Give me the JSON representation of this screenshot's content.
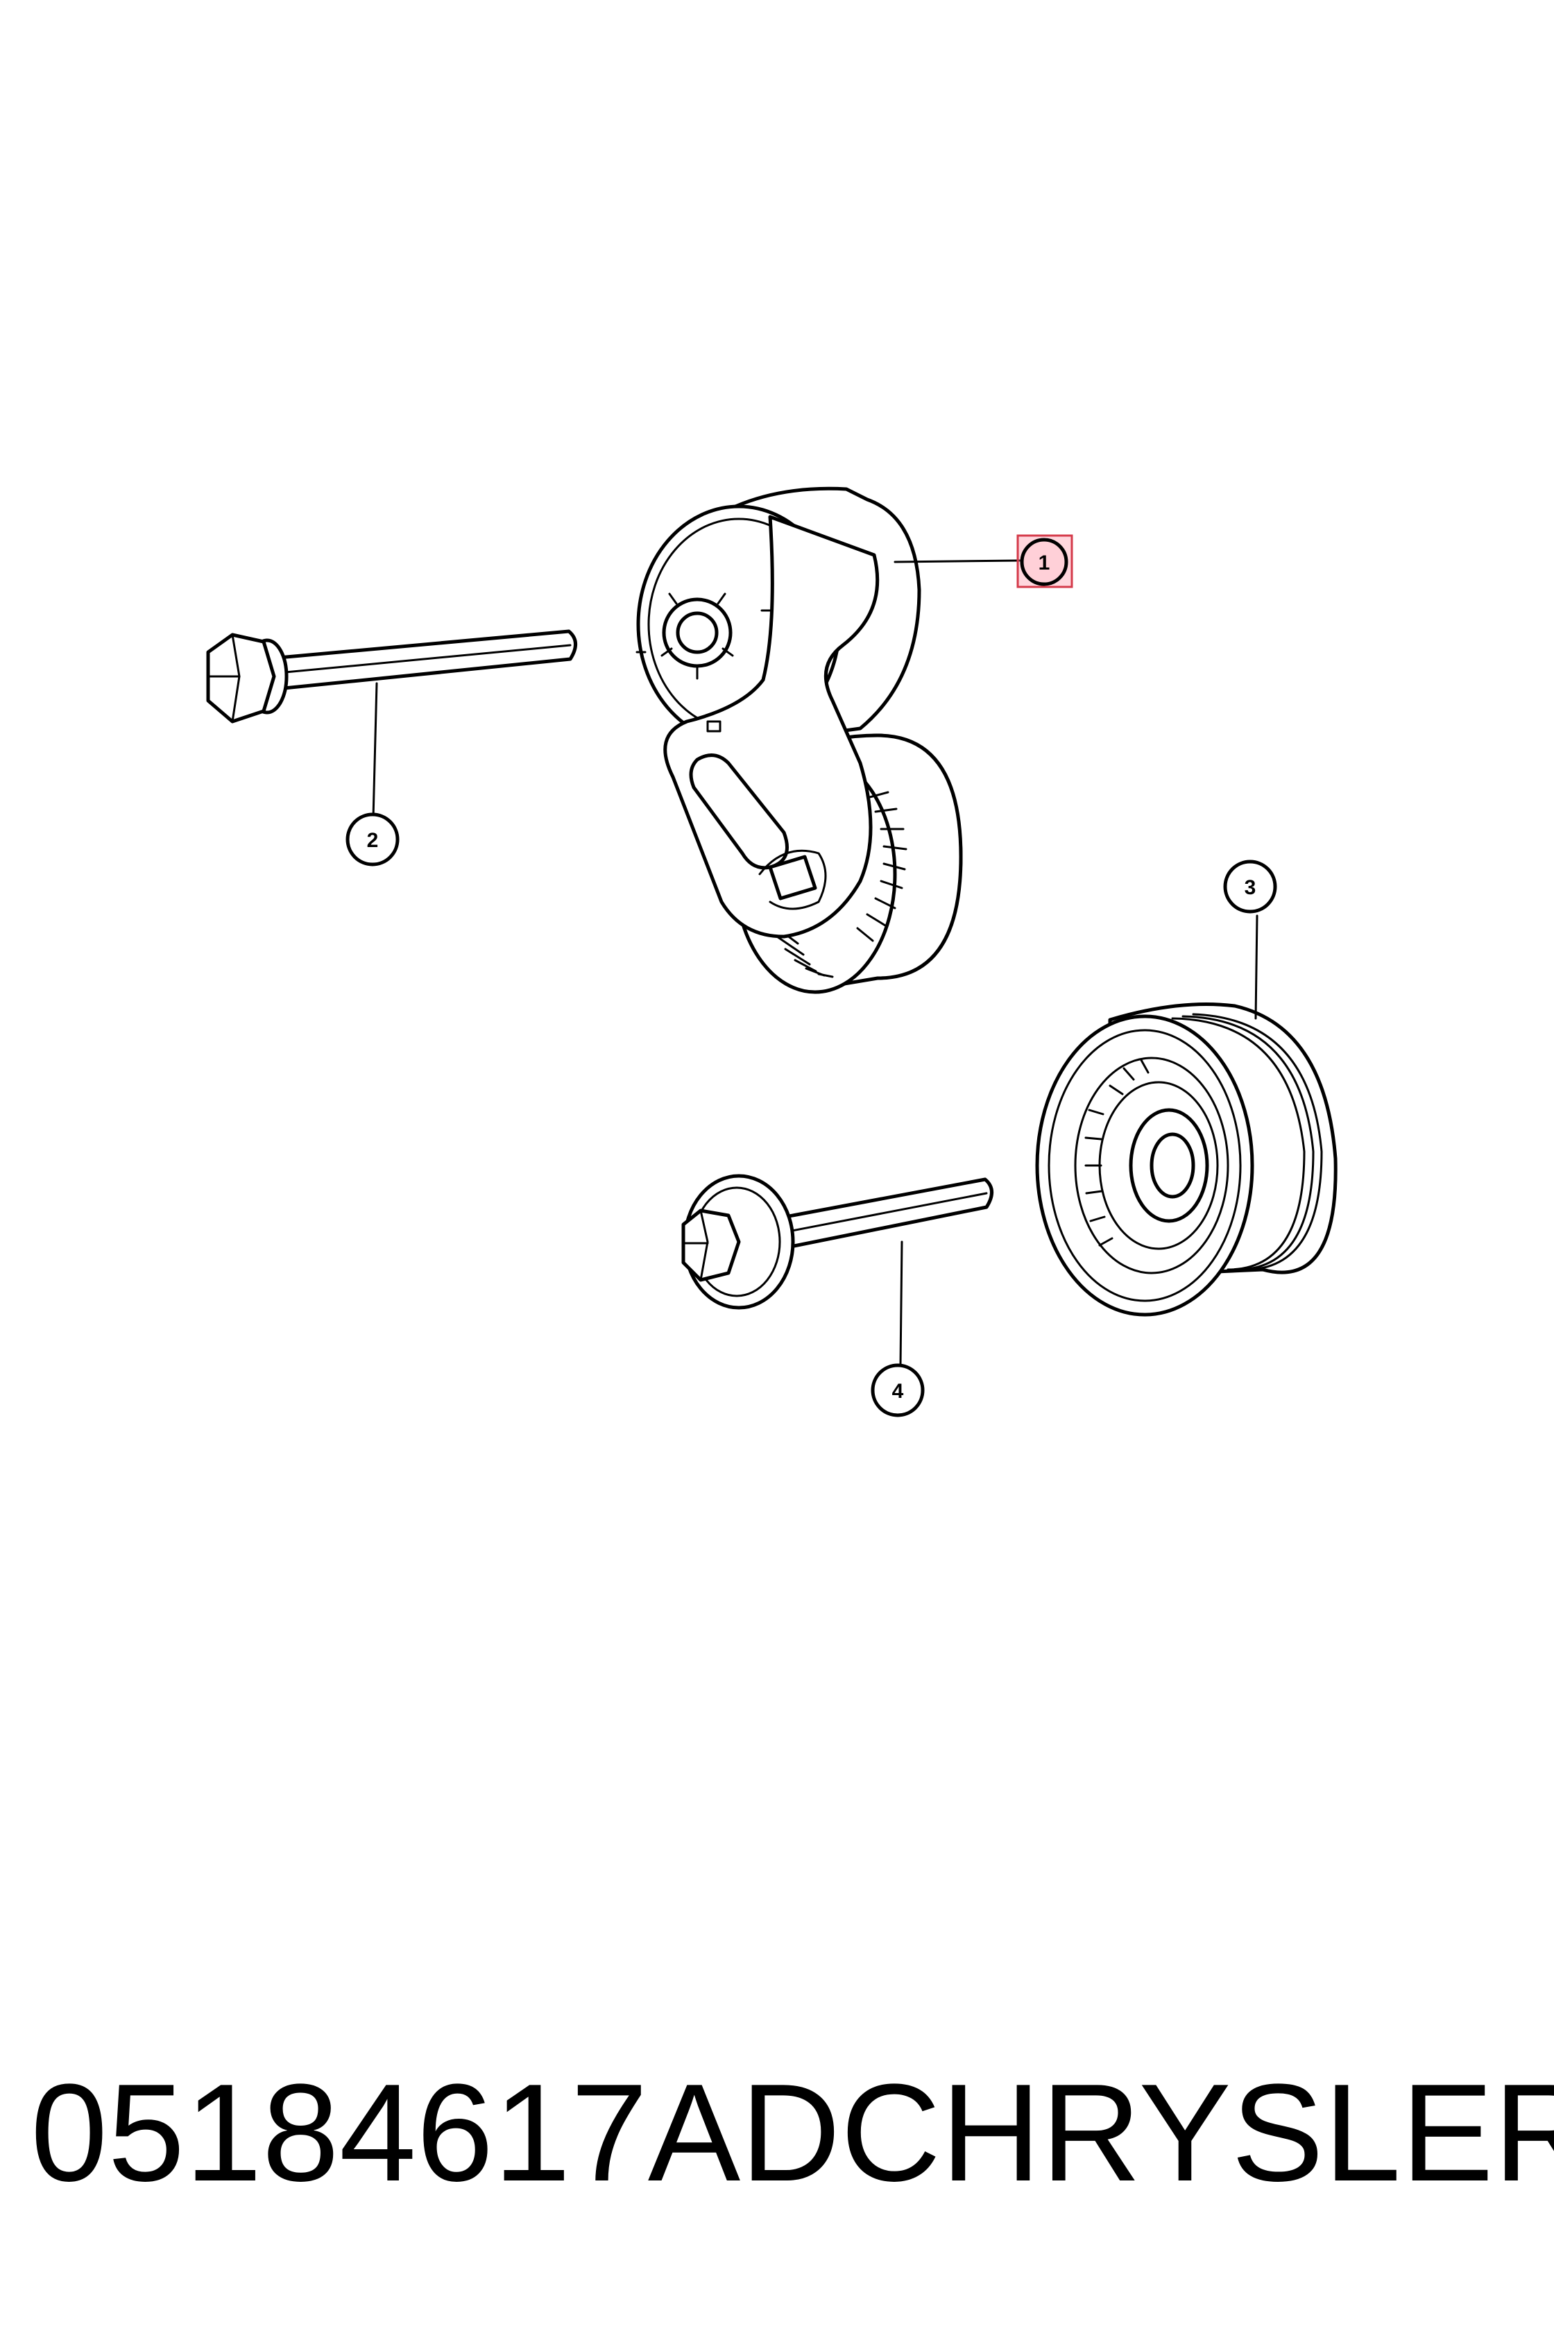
{
  "callouts": [
    {
      "id": "1",
      "label": "1",
      "highlighted": true
    },
    {
      "id": "2",
      "label": "2",
      "highlighted": false
    },
    {
      "id": "3",
      "label": "3",
      "highlighted": false
    },
    {
      "id": "4",
      "label": "4",
      "highlighted": false
    }
  ],
  "footer": {
    "part_number": "05184617AD",
    "brand": "CHRYSLER"
  },
  "colors": {
    "highlight_fill": "#ffb3c0",
    "highlight_stroke": "#d43a4a",
    "line": "#000000",
    "background": "#ffffff"
  }
}
